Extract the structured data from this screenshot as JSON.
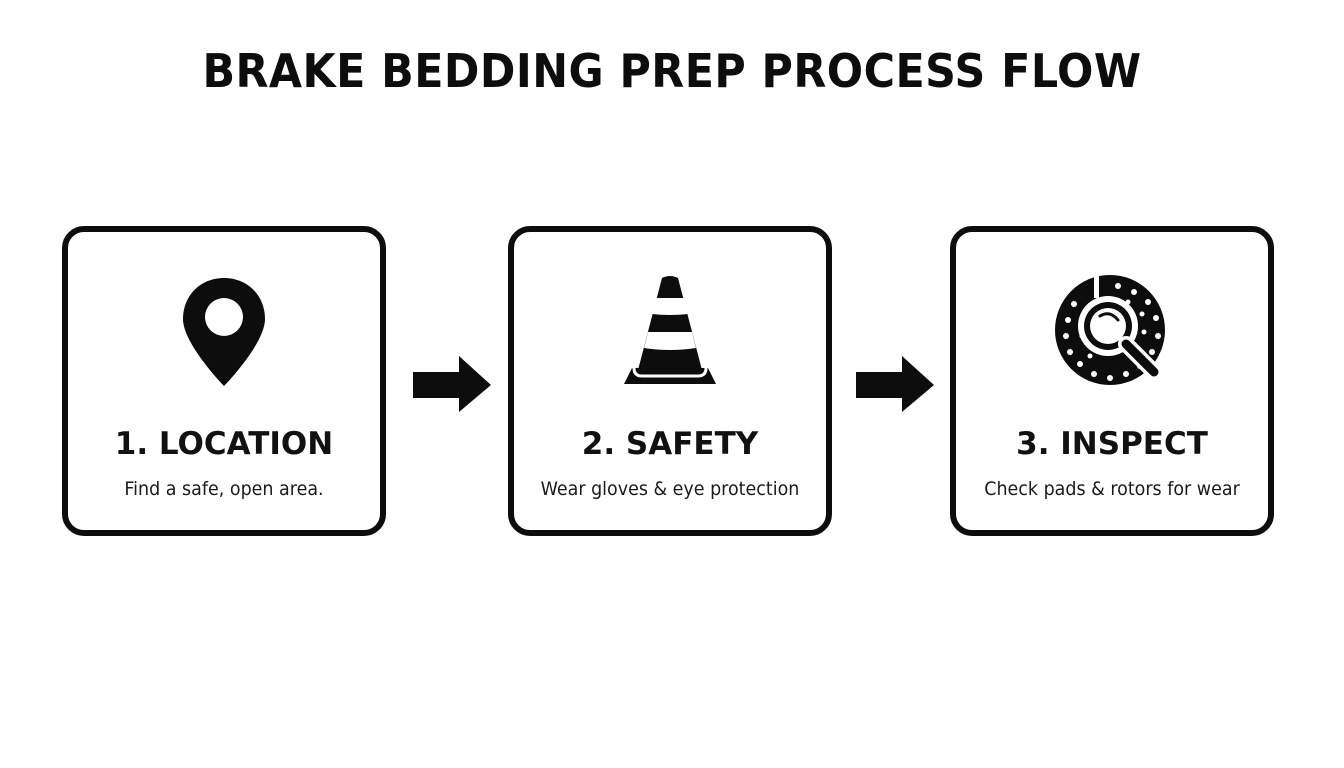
{
  "title": "BRAKE BEDDING PREP PROCESS FLOW",
  "steps": [
    {
      "number": "1",
      "title": "1. LOCATION",
      "description": "Find a safe, open area.",
      "icon": "map-pin-icon"
    },
    {
      "number": "2",
      "title": "2. SAFETY",
      "description": "Wear gloves & eye protection",
      "icon": "traffic-cone-icon"
    },
    {
      "number": "3",
      "title": "3. INSPECT",
      "description": "Check pads & rotors for wear",
      "icon": "brake-rotor-magnifier-icon"
    }
  ],
  "connectors": [
    {
      "icon": "arrow-right-icon",
      "from": "1",
      "to": "2"
    },
    {
      "icon": "arrow-right-icon",
      "from": "2",
      "to": "3"
    }
  ],
  "colors": {
    "foreground": "#0d0d0d",
    "background": "#ffffff"
  }
}
